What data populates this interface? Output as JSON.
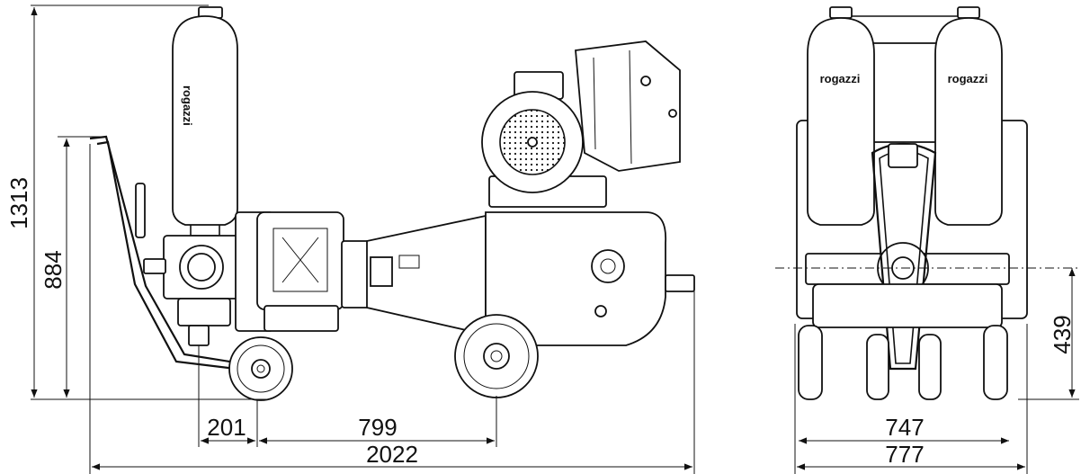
{
  "dimensions": {
    "overall_height": "1313",
    "handle_height": "884",
    "front_offset": "201",
    "wheelbase": "799",
    "overall_length": "2022",
    "axle_height": "439",
    "track_width": "747",
    "overall_width": "777"
  },
  "branding": {
    "tank_left": "rogazzi",
    "tank_right": "rogazzi"
  }
}
